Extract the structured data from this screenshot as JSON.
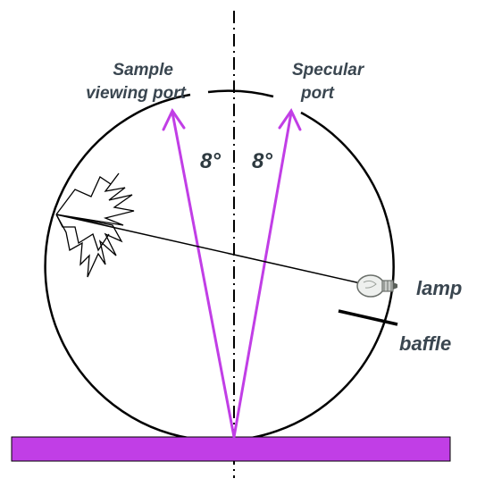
{
  "diagram": {
    "labels": {
      "sample_port_line1": "Sample",
      "sample_port_line2": "viewing port",
      "specular_port_line1": "Specular",
      "specular_port_line2": "port",
      "angle_left": "8°",
      "angle_right": "8°",
      "lamp": "lamp",
      "baffle": "baffle"
    },
    "colors": {
      "sample_plate": "#c13ee6",
      "beam": "#c13ee6",
      "sphere": "#000000",
      "text": "#3a4650"
    },
    "icons": {
      "lamp": "light-bulb-icon"
    }
  }
}
